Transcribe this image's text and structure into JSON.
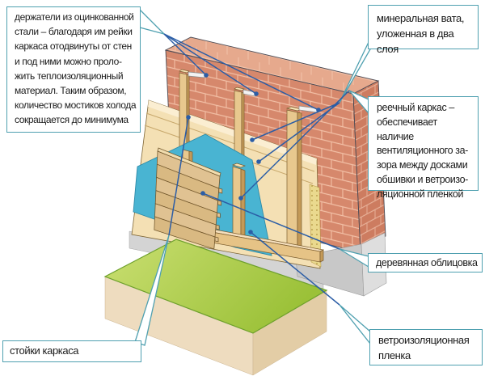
{
  "callouts": {
    "holders": "держатели из оцинкованной\nстали – благодаря им рейки\nкаркаса отодвинуты от стен\nи под ними можно проло-\nжить теплоизоляционный\nматериал. Таким образом,\nколичество мостиков холода\nсокращается до минимума",
    "mineral_wool": "минеральная вата,\nуложенная в два слоя",
    "batten_frame": "реечный каркас –\nобеспечивает наличие\nвентиляционного за-\nзора между досками\nобшивки и ветроизо-\nляционной пленкой",
    "wood_cladding": "деревянная облицовка",
    "windproof_film": "ветроизоляционная\nпленка",
    "frame_posts": "стойки каркаса"
  },
  "colors": {
    "box_border": "#4fa0b0",
    "leader": "#2b5da6",
    "brick_front": "#d6886c",
    "brick_top": "#e6a98d",
    "brick_side": "#cd7c60",
    "insulation": "#f4e0b4",
    "film": "#49b4d2",
    "wood": "#e8c88e",
    "siding": "#dec08d",
    "grass": "#a7c83e",
    "foundation": "#c8c8c8"
  }
}
